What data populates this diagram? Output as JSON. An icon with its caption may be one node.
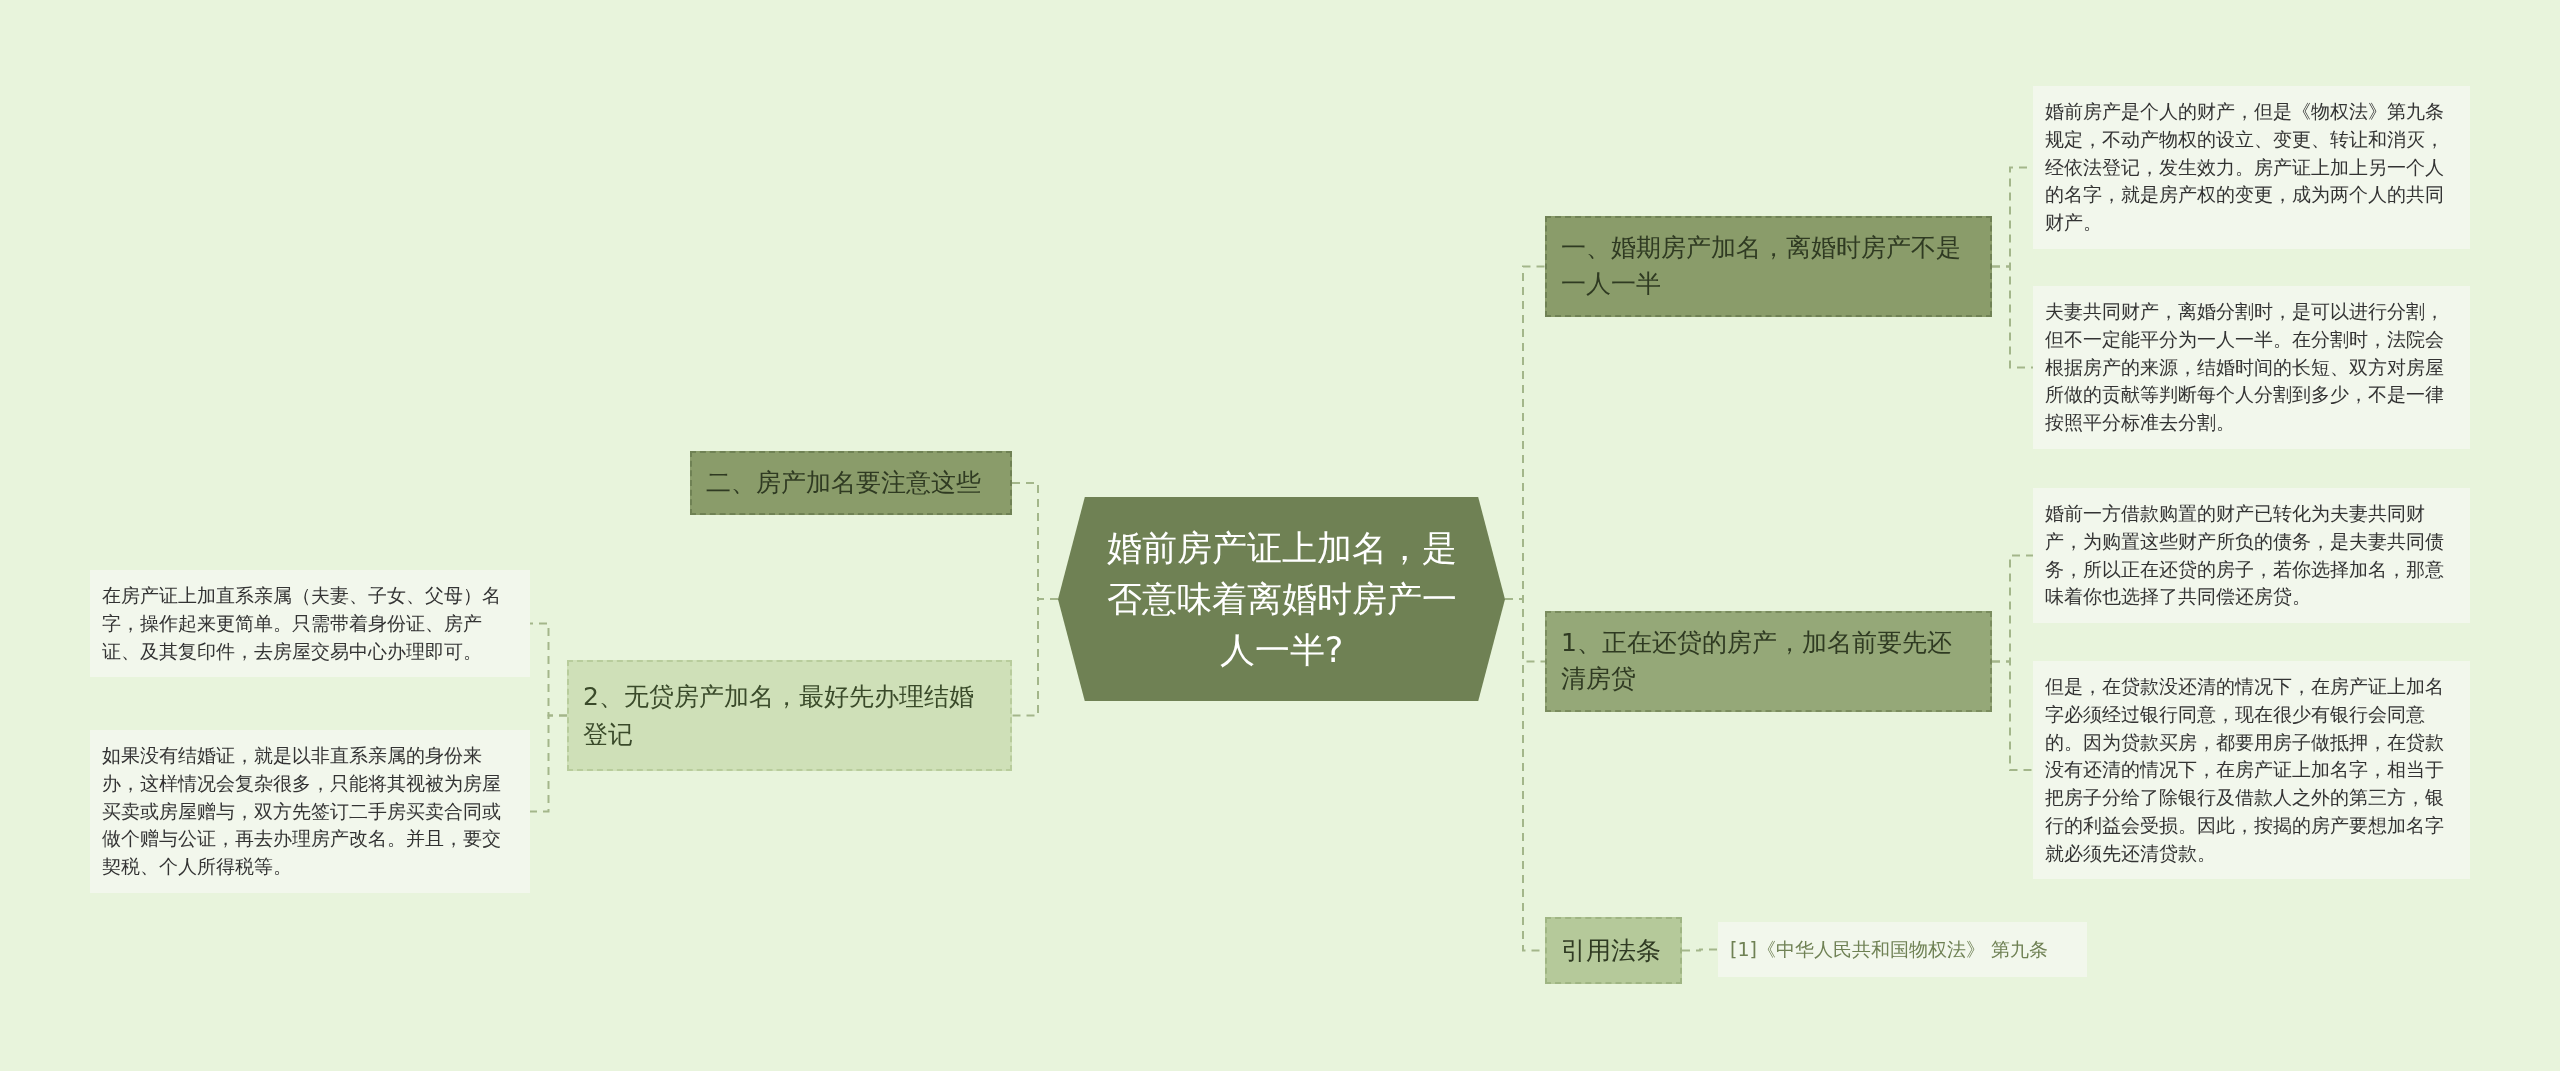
{
  "diagram": {
    "nodes": [
      {
        "text": [
          "婚前房产证上加名，是否意味着离婚时房产一人一半?"
        ]
      },
      {
        "text": [
          "二、房产加名要注意这些"
        ]
      },
      {
        "text": [
          "2、无贷房产加名，最好先办理结婚登记"
        ]
      },
      {
        "text": [
          "在房产证上加直系亲属（夫妻、子女、父母）名字，操作起来更简单。只需带着身份证、房产证、及其复印件，去房屋交易中心办理即可。"
        ]
      },
      {
        "text": [
          "如果没有结婚证，就是以非直系亲属的身份来办，这样情况会复杂很多，只能将其视被为房屋买卖或房屋赠与，双方先签订二手房买卖合同或做个赠与公证，再去办理房产改名。并且，要交契税、个人所得税等。"
        ]
      },
      {
        "text": [
          "一、婚期房产加名，离婚时房产不是一人一半"
        ]
      },
      {
        "text": [
          "婚前房产是个人的财产，但是《物权法》第九条规定，不动产物权的设立、变更、转让和消灭，经依法登记，发生效力。房产证上加上另一个人的名字，就是房产权的变更，成为两个人的共同财产。"
        ]
      },
      {
        "text": [
          "夫妻共同财产，离婚分割时，是可以进行分割，但不一定能平分为一人一半。在分割时，法院会根据房产的来源，结婚时间的长短、双方对房屋所做的贡献等判断每个人分割到多少，不是一律按照平分标准去分割。"
        ]
      },
      {
        "text": [
          "1、正在还贷的房产，加名前要先还清房贷"
        ]
      },
      {
        "text": [
          "婚前一方借款购置的财产已转化为夫妻共同财产，为购置这些财产所负的债务，是夫妻共同债务，所以正在还贷的房子，若你选择加名，那意味着你也选择了共同偿还房贷。"
        ]
      },
      {
        "text": [
          "但是，在贷款没还清的情况下，在房产证上加名字必须经过银行同意，现在很少有银行会同意的。因为贷款买房，都要用房子做抵押，在贷款没有还清的情况下，在房产证上加名字，相当于把房子分给了除银行及借款人之外的第三方，银行的利益会受损。因此，按揭的房产要想加名字就必须先还清贷款。"
        ]
      },
      {
        "text": [
          "引用法条"
        ]
      },
      {
        "text": [
          "[1]《中华人民共和国物权法》 第九条"
        ]
      }
    ],
    "edges": [
      {
        "from": 0,
        "to": 1,
        "arrow": "none",
        "style": "dashed"
      },
      {
        "from": 0,
        "to": 2,
        "arrow": "none",
        "style": "dashed"
      },
      {
        "from": 2,
        "to": 3,
        "arrow": "none",
        "style": "dashed"
      },
      {
        "from": 2,
        "to": 4,
        "arrow": "none",
        "style": "dashed"
      },
      {
        "from": 0,
        "to": 5,
        "arrow": "none",
        "style": "dashed"
      },
      {
        "from": 5,
        "to": 6,
        "arrow": "none",
        "style": "dashed"
      },
      {
        "from": 5,
        "to": 7,
        "arrow": "none",
        "style": "dashed"
      },
      {
        "from": 0,
        "to": 8,
        "arrow": "none",
        "style": "dashed"
      },
      {
        "from": 8,
        "to": 9,
        "arrow": "none",
        "style": "dashed"
      },
      {
        "from": 8,
        "to": 10,
        "arrow": "none",
        "style": "dashed"
      },
      {
        "from": 0,
        "to": 11,
        "arrow": "none",
        "style": "dashed"
      },
      {
        "from": 11,
        "to": 12,
        "arrow": "none",
        "style": "dashed"
      }
    ]
  }
}
